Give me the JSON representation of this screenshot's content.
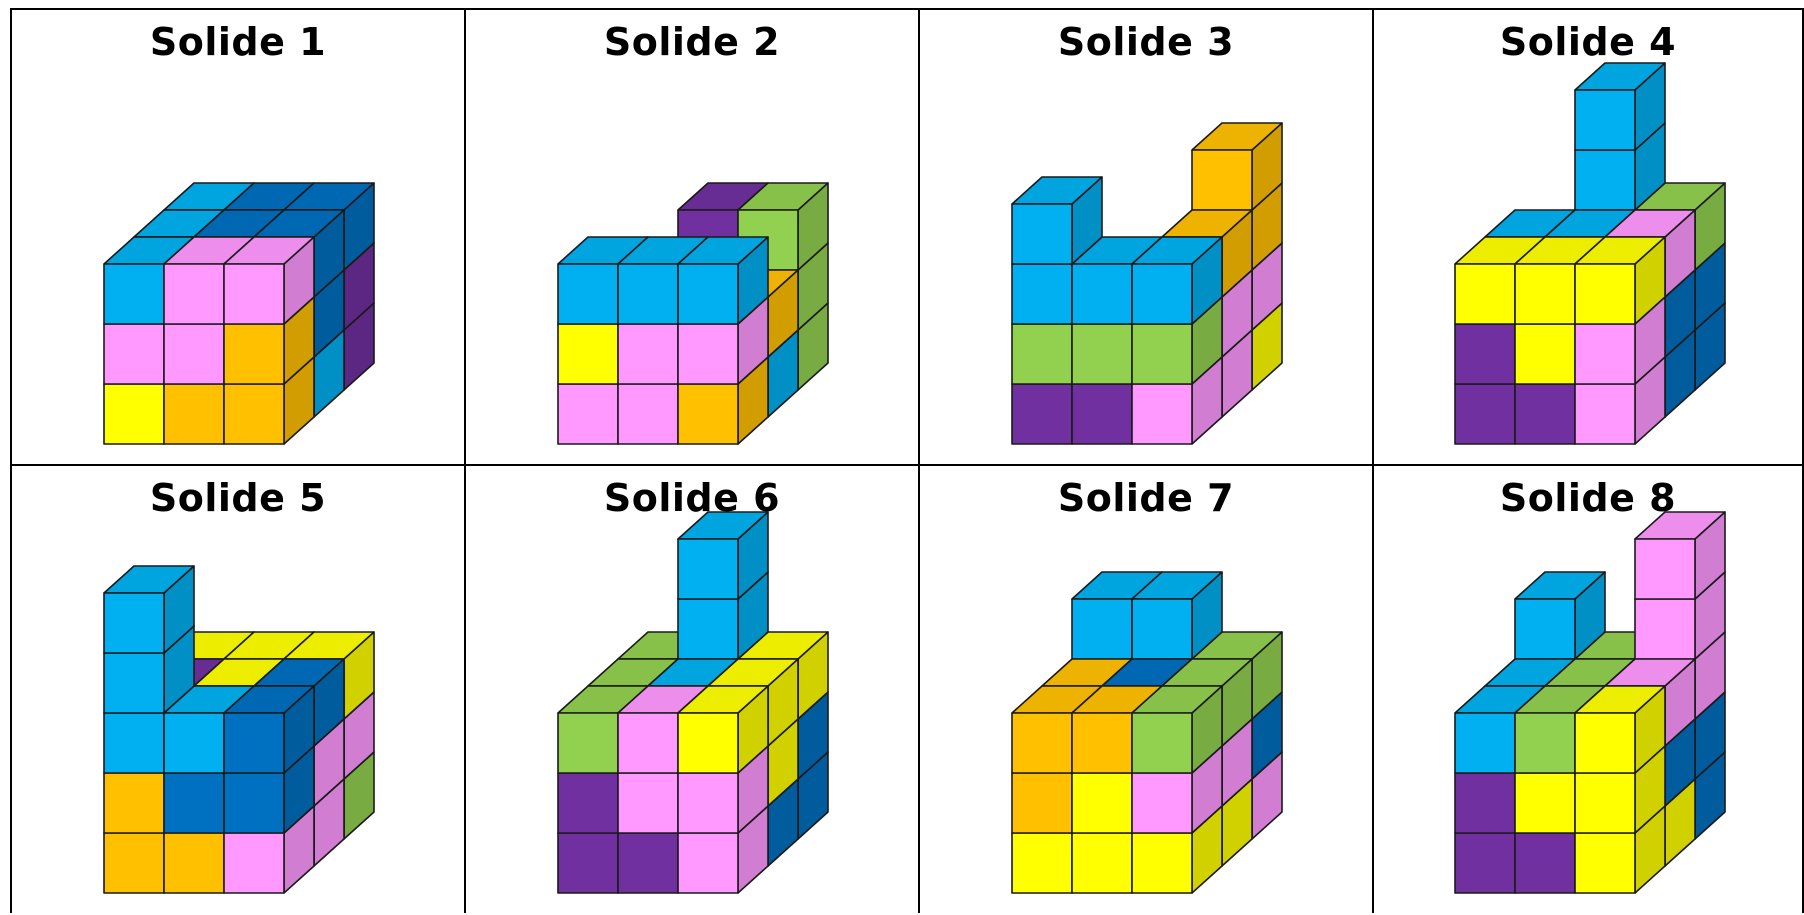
{
  "titles": [
    "Solide 1",
    "Solide 2",
    "Solide 3",
    "Solide 4",
    "Solide 5",
    "Solide 6",
    "Solide 7",
    "Solide 8"
  ],
  "colors": {
    "C": "#00B0F0",
    "B": "#0070C0",
    "G": "#92D050",
    "K": "#FF99FF",
    "Y": "#FFFF00",
    "O": "#FFC000",
    "V": "#7030A0"
  },
  "solids": [
    {
      "cubes": [
        [
          0,
          0,
          0,
          "Y"
        ],
        [
          1,
          0,
          0,
          "O"
        ],
        [
          2,
          0,
          0,
          "O"
        ],
        [
          0,
          1,
          0,
          "K"
        ],
        [
          1,
          1,
          0,
          "K"
        ],
        [
          2,
          1,
          0,
          "O"
        ],
        [
          0,
          2,
          0,
          "C"
        ],
        [
          1,
          2,
          0,
          "K"
        ],
        [
          2,
          2,
          0,
          "K"
        ],
        [
          0,
          0,
          1,
          "C"
        ],
        [
          1,
          0,
          1,
          "C"
        ],
        [
          2,
          0,
          1,
          "C"
        ],
        [
          0,
          1,
          1,
          "C"
        ],
        [
          1,
          1,
          1,
          "G"
        ],
        [
          2,
          1,
          1,
          "B"
        ],
        [
          0,
          2,
          1,
          "C"
        ],
        [
          1,
          2,
          1,
          "B"
        ],
        [
          2,
          2,
          1,
          "B"
        ],
        [
          0,
          0,
          2,
          "V"
        ],
        [
          1,
          0,
          2,
          "V"
        ],
        [
          2,
          0,
          2,
          "V"
        ],
        [
          0,
          1,
          2,
          "V"
        ],
        [
          1,
          1,
          2,
          "V"
        ],
        [
          2,
          1,
          2,
          "V"
        ],
        [
          0,
          2,
          2,
          "C"
        ],
        [
          1,
          2,
          2,
          "B"
        ],
        [
          2,
          2,
          2,
          "B"
        ]
      ]
    },
    {
      "cubes": [
        [
          0,
          0,
          0,
          "K"
        ],
        [
          1,
          0,
          0,
          "K"
        ],
        [
          2,
          0,
          0,
          "O"
        ],
        [
          0,
          1,
          0,
          "Y"
        ],
        [
          1,
          1,
          0,
          "K"
        ],
        [
          2,
          1,
          0,
          "K"
        ],
        [
          0,
          2,
          0,
          "C"
        ],
        [
          1,
          2,
          0,
          "C"
        ],
        [
          2,
          2,
          0,
          "C"
        ],
        [
          0,
          0,
          1,
          "Y"
        ],
        [
          1,
          0,
          1,
          "V"
        ],
        [
          2,
          0,
          1,
          "C"
        ],
        [
          2,
          1,
          1,
          "O"
        ],
        [
          0,
          0,
          2,
          "V"
        ],
        [
          1,
          0,
          2,
          "V"
        ],
        [
          2,
          0,
          2,
          "G"
        ],
        [
          2,
          1,
          2,
          "G"
        ],
        [
          2,
          2,
          2,
          "G"
        ],
        [
          1,
          1,
          2,
          "V"
        ],
        [
          1,
          2,
          2,
          "V"
        ]
      ]
    },
    {
      "cubes": [
        [
          0,
          0,
          0,
          "V"
        ],
        [
          1,
          0,
          0,
          "V"
        ],
        [
          2,
          0,
          0,
          "K"
        ],
        [
          0,
          1,
          0,
          "G"
        ],
        [
          1,
          1,
          0,
          "G"
        ],
        [
          2,
          1,
          0,
          "G"
        ],
        [
          0,
          2,
          0,
          "C"
        ],
        [
          1,
          2,
          0,
          "C"
        ],
        [
          2,
          2,
          0,
          "C"
        ],
        [
          0,
          3,
          0,
          "C"
        ],
        [
          2,
          0,
          1,
          "K"
        ],
        [
          2,
          1,
          1,
          "K"
        ],
        [
          2,
          2,
          1,
          "O"
        ],
        [
          1,
          1,
          1,
          "O"
        ],
        [
          0,
          0,
          2,
          "V"
        ],
        [
          1,
          0,
          2,
          "O"
        ],
        [
          2,
          0,
          2,
          "Y"
        ],
        [
          2,
          1,
          2,
          "K"
        ],
        [
          2,
          2,
          2,
          "O"
        ],
        [
          2,
          3,
          2,
          "O"
        ],
        [
          1,
          1,
          2,
          "V"
        ],
        [
          0,
          1,
          2,
          "V"
        ]
      ]
    },
    {
      "cubes": [
        [
          0,
          0,
          0,
          "V"
        ],
        [
          1,
          0,
          0,
          "V"
        ],
        [
          2,
          0,
          0,
          "K"
        ],
        [
          0,
          1,
          0,
          "V"
        ],
        [
          1,
          1,
          0,
          "Y"
        ],
        [
          2,
          1,
          0,
          "K"
        ],
        [
          0,
          2,
          0,
          "Y"
        ],
        [
          1,
          2,
          0,
          "Y"
        ],
        [
          2,
          2,
          0,
          "Y"
        ],
        [
          2,
          0,
          1,
          "B"
        ],
        [
          2,
          1,
          1,
          "B"
        ],
        [
          2,
          2,
          1,
          "K"
        ],
        [
          1,
          2,
          1,
          "C"
        ],
        [
          0,
          2,
          1,
          "C"
        ],
        [
          2,
          0,
          2,
          "B"
        ],
        [
          2,
          1,
          2,
          "B"
        ],
        [
          2,
          2,
          2,
          "G"
        ],
        [
          1,
          2,
          2,
          "G"
        ],
        [
          1,
          3,
          2,
          "C"
        ],
        [
          1,
          4,
          2,
          "C"
        ]
      ]
    },
    {
      "cubes": [
        [
          0,
          0,
          0,
          "O"
        ],
        [
          1,
          0,
          0,
          "O"
        ],
        [
          2,
          0,
          0,
          "K"
        ],
        [
          0,
          1,
          0,
          "O"
        ],
        [
          1,
          1,
          0,
          "B"
        ],
        [
          2,
          1,
          0,
          "B"
        ],
        [
          0,
          2,
          0,
          "C"
        ],
        [
          1,
          2,
          0,
          "C"
        ],
        [
          2,
          2,
          0,
          "B"
        ],
        [
          0,
          3,
          0,
          "C"
        ],
        [
          0,
          4,
          0,
          "C"
        ],
        [
          2,
          0,
          1,
          "K"
        ],
        [
          2,
          1,
          1,
          "K"
        ],
        [
          2,
          2,
          1,
          "B"
        ],
        [
          1,
          2,
          1,
          "Y"
        ],
        [
          0,
          2,
          1,
          "V"
        ],
        [
          2,
          0,
          2,
          "G"
        ],
        [
          2,
          1,
          2,
          "K"
        ],
        [
          2,
          2,
          2,
          "Y"
        ],
        [
          1,
          2,
          2,
          "Y"
        ],
        [
          0,
          2,
          2,
          "Y"
        ]
      ]
    },
    {
      "cubes": [
        [
          0,
          0,
          0,
          "V"
        ],
        [
          1,
          0,
          0,
          "V"
        ],
        [
          2,
          0,
          0,
          "K"
        ],
        [
          0,
          1,
          0,
          "V"
        ],
        [
          1,
          1,
          0,
          "K"
        ],
        [
          2,
          1,
          0,
          "K"
        ],
        [
          0,
          2,
          0,
          "G"
        ],
        [
          1,
          2,
          0,
          "K"
        ],
        [
          2,
          2,
          0,
          "Y"
        ],
        [
          2,
          0,
          1,
          "B"
        ],
        [
          2,
          1,
          1,
          "Y"
        ],
        [
          2,
          2,
          1,
          "Y"
        ],
        [
          1,
          2,
          1,
          "C"
        ],
        [
          0,
          2,
          1,
          "G"
        ],
        [
          2,
          0,
          2,
          "B"
        ],
        [
          2,
          1,
          2,
          "B"
        ],
        [
          2,
          2,
          2,
          "Y"
        ],
        [
          1,
          2,
          2,
          "C"
        ],
        [
          1,
          3,
          2,
          "C"
        ],
        [
          1,
          4,
          2,
          "C"
        ],
        [
          0,
          2,
          2,
          "G"
        ]
      ]
    },
    {
      "cubes": [
        [
          0,
          0,
          0,
          "Y"
        ],
        [
          1,
          0,
          0,
          "Y"
        ],
        [
          2,
          0,
          0,
          "Y"
        ],
        [
          0,
          1,
          0,
          "O"
        ],
        [
          1,
          1,
          0,
          "Y"
        ],
        [
          2,
          1,
          0,
          "K"
        ],
        [
          0,
          2,
          0,
          "O"
        ],
        [
          1,
          2,
          0,
          "O"
        ],
        [
          2,
          2,
          0,
          "G"
        ],
        [
          2,
          0,
          1,
          "Y"
        ],
        [
          2,
          1,
          1,
          "K"
        ],
        [
          2,
          2,
          1,
          "G"
        ],
        [
          1,
          2,
          1,
          "B"
        ],
        [
          0,
          2,
          1,
          "O"
        ],
        [
          2,
          0,
          2,
          "K"
        ],
        [
          2,
          1,
          2,
          "B"
        ],
        [
          2,
          2,
          2,
          "G"
        ],
        [
          1,
          2,
          2,
          "C"
        ],
        [
          0,
          2,
          2,
          "C"
        ],
        [
          0,
          3,
          2,
          "C"
        ],
        [
          1,
          3,
          2,
          "C"
        ]
      ]
    },
    {
      "cubes": [
        [
          0,
          0,
          0,
          "V"
        ],
        [
          1,
          0,
          0,
          "V"
        ],
        [
          2,
          0,
          0,
          "Y"
        ],
        [
          0,
          1,
          0,
          "V"
        ],
        [
          1,
          1,
          0,
          "Y"
        ],
        [
          2,
          1,
          0,
          "Y"
        ],
        [
          0,
          2,
          0,
          "C"
        ],
        [
          1,
          2,
          0,
          "G"
        ],
        [
          2,
          2,
          0,
          "Y"
        ],
        [
          2,
          0,
          1,
          "Y"
        ],
        [
          2,
          1,
          1,
          "B"
        ],
        [
          2,
          2,
          1,
          "K"
        ],
        [
          1,
          2,
          1,
          "G"
        ],
        [
          0,
          2,
          1,
          "C"
        ],
        [
          2,
          0,
          2,
          "B"
        ],
        [
          2,
          1,
          2,
          "B"
        ],
        [
          2,
          2,
          2,
          "K"
        ],
        [
          1,
          2,
          2,
          "G"
        ],
        [
          0,
          2,
          2,
          "C"
        ],
        [
          0,
          3,
          2,
          "C"
        ],
        [
          2,
          3,
          2,
          "K"
        ],
        [
          2,
          4,
          2,
          "K"
        ]
      ]
    }
  ]
}
